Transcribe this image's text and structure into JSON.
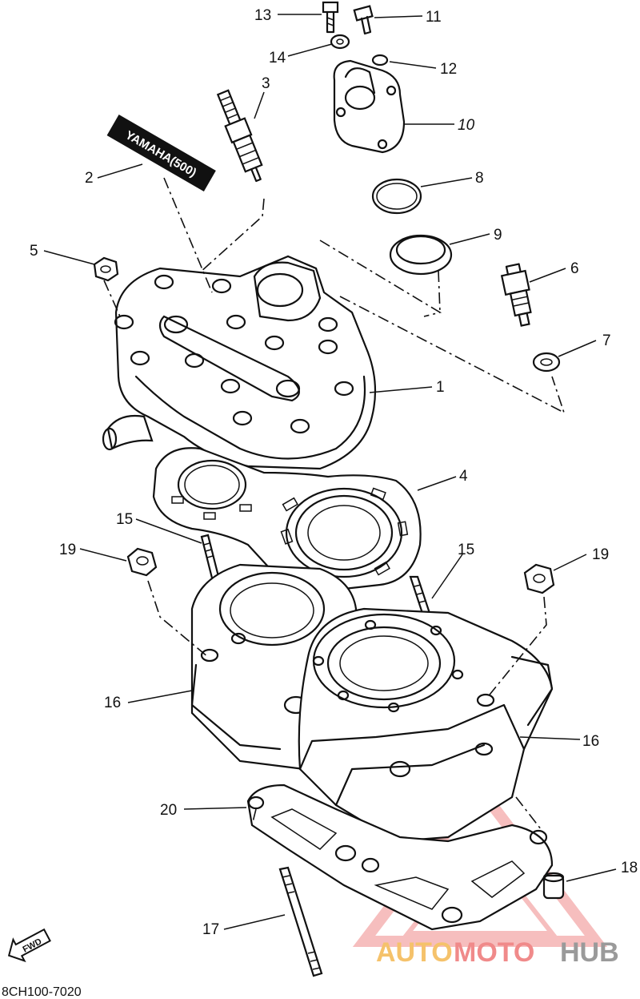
{
  "callouts": {
    "c1": "1",
    "c2": "2",
    "c3": "3",
    "c4": "4",
    "c5": "5",
    "c6": "6",
    "c7": "7",
    "c8": "8",
    "c9": "9",
    "c10": "10",
    "c11": "11",
    "c12": "12",
    "c13": "13",
    "c14": "14",
    "c15a": "15",
    "c15b": "15",
    "c16a": "16",
    "c16b": "16",
    "c17": "17",
    "c18": "18",
    "c19a": "19",
    "c19b": "19",
    "c20": "20"
  },
  "decal_text": "YAMAHA(500)",
  "fwd_label": "FWD",
  "diagram_code": "8CH100-7020",
  "watermark": {
    "part1": "AUTO",
    "part2": "MOTO",
    "part3": "HUB"
  },
  "colors": {
    "line": "#111111",
    "watermark_orange": "#f5c26b",
    "watermark_red": "#f08a8a",
    "watermark_gray": "#9a9a9a"
  }
}
